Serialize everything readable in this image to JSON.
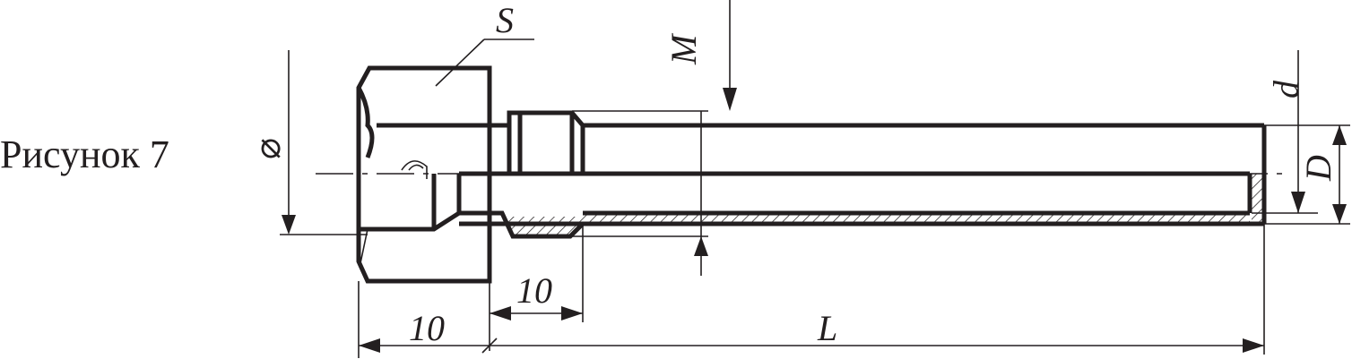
{
  "figure": {
    "caption": "Рисунок 7",
    "labels": {
      "s": "S",
      "m": "M",
      "d_small": "d",
      "d_big": "D",
      "diameter": "⌀",
      "dim_10_a": "10",
      "dim_10_b": "10",
      "length": "L"
    },
    "colors": {
      "line": "#231f20",
      "background": "#ffffff"
    }
  }
}
